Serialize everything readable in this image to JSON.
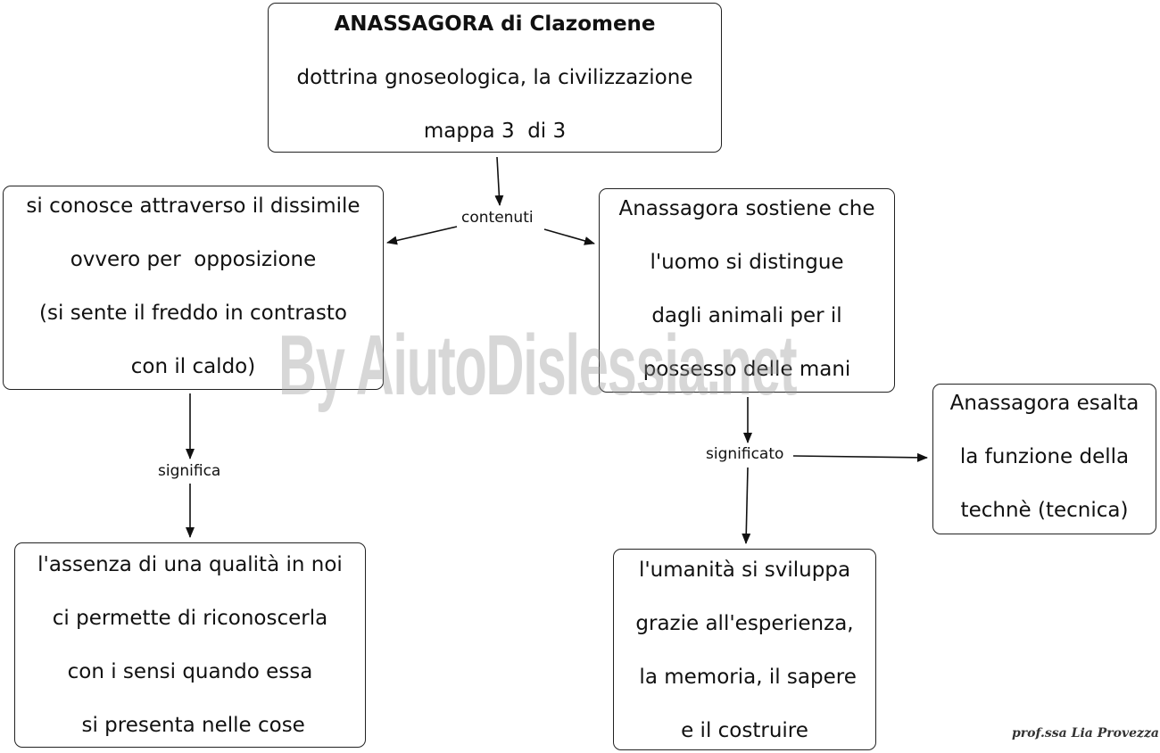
{
  "map": {
    "header": {
      "title": "ANASSAGORA di Clazomene",
      "subtitle": "dottrina gnoseologica, la civilizzazione",
      "page": "mappa 3  di 3"
    },
    "left": {
      "lines": [
        "si conosce attraverso il dissimile",
        "ovvero per  opposizione",
        "(si sente il freddo in contrasto",
        "con il caldo)"
      ]
    },
    "right": {
      "lines": [
        "Anassagora sostiene che",
        "l'uomo si distingue",
        "dagli animali per il",
        "possesso delle mani"
      ]
    },
    "bottom_left": {
      "lines": [
        "l'assenza di una qualità in noi",
        "ci permette di riconoscerla",
        "con i sensi quando essa",
        " si presenta nelle cose"
      ]
    },
    "bottom_right": {
      "lines": [
        "l'umanità si sviluppa",
        "grazie all'esperienza,",
        " la memoria, il sapere",
        "e il costruire"
      ]
    },
    "far_right": {
      "lines": [
        "Anassagora esalta",
        "la funzione della",
        "technè (tecnica)"
      ]
    }
  },
  "links": {
    "contenuti": "contenuti",
    "significa": "significa",
    "significato": "significato"
  },
  "watermark": "By AiutoDislessia.net",
  "signature": "prof.ssa Lia Provezza"
}
